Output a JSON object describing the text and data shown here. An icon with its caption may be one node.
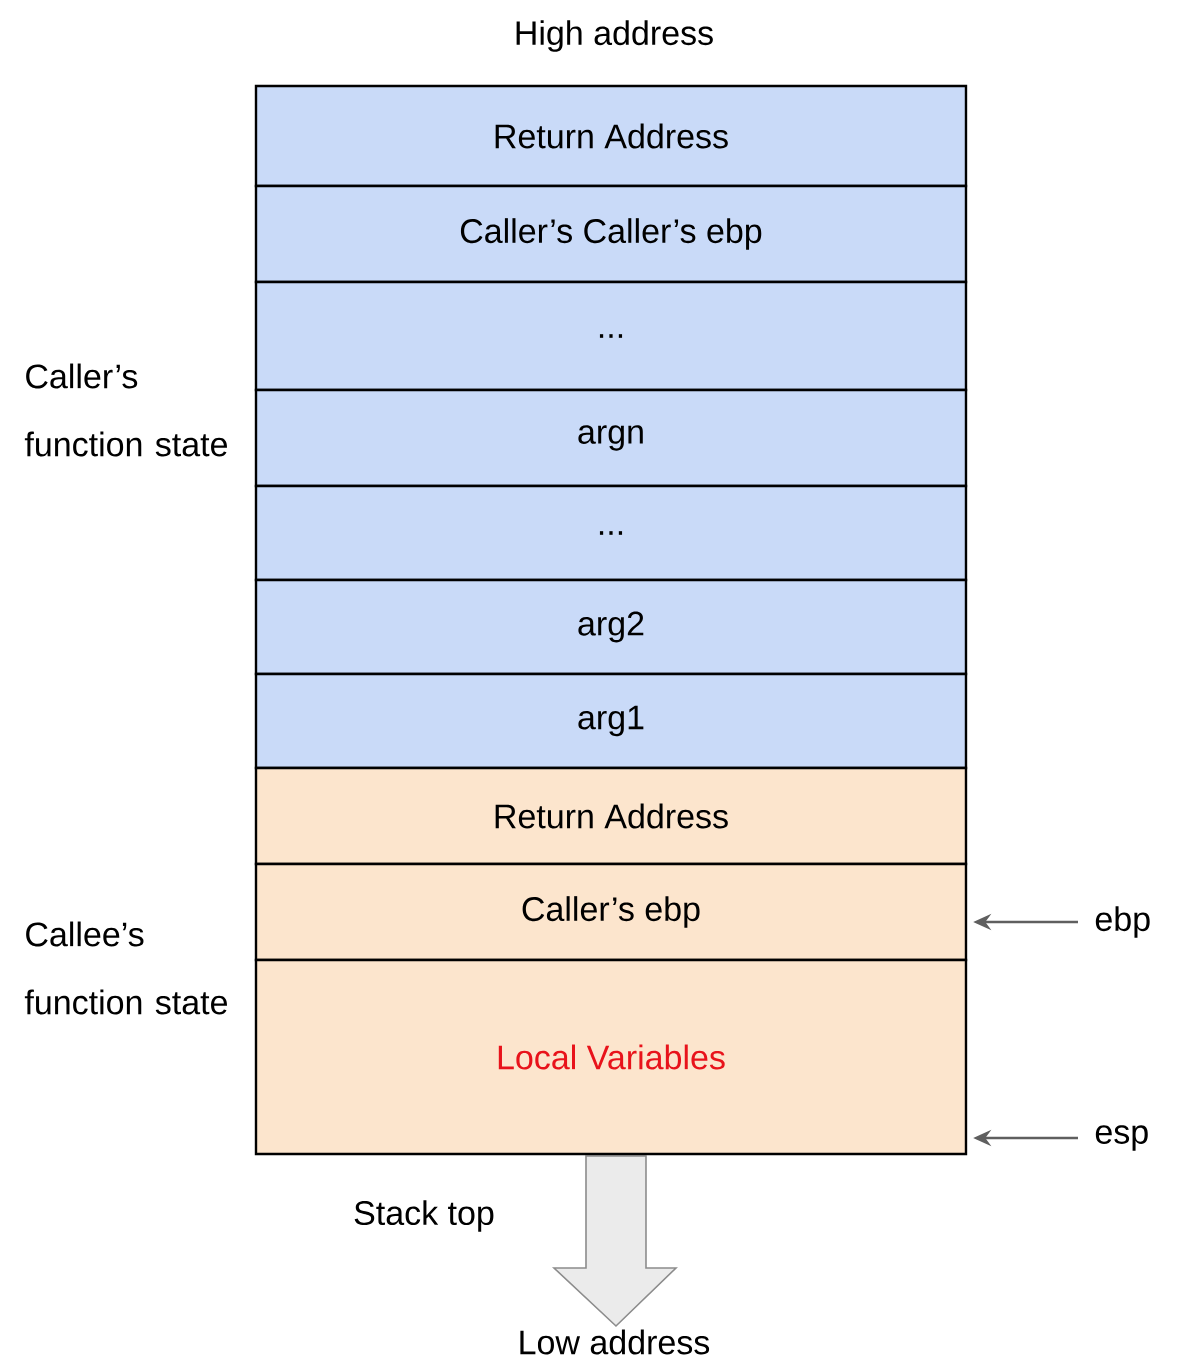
{
  "diagram": {
    "nodes": [
      {
        "text": [
          "Return Address"
        ]
      },
      {
        "text": [
          "Caller’s Caller’s ebp"
        ]
      },
      {
        "text": [
          "..."
        ]
      },
      {
        "text": [
          "argn"
        ]
      },
      {
        "text": [
          "..."
        ]
      },
      {
        "text": [
          "arg2"
        ]
      },
      {
        "text": [
          "arg1"
        ]
      },
      {
        "text": [
          "Return Address"
        ]
      },
      {
        "text": [
          "Caller’s ebp"
        ]
      },
      {
        "text": [
          "Local Variables"
        ]
      },
      {
        "text": [
          "ebp"
        ]
      },
      {
        "text": [
          "esp"
        ]
      }
    ],
    "edges": [
      {
        "from": 10,
        "to": 8,
        "arrow": "to"
      },
      {
        "from": 11,
        "to": 9,
        "arrow": "to"
      }
    ],
    "labels": [
      "High address",
      "Caller’s function state",
      "Callee’s function state",
      "Stack top",
      "Low address"
    ]
  }
}
